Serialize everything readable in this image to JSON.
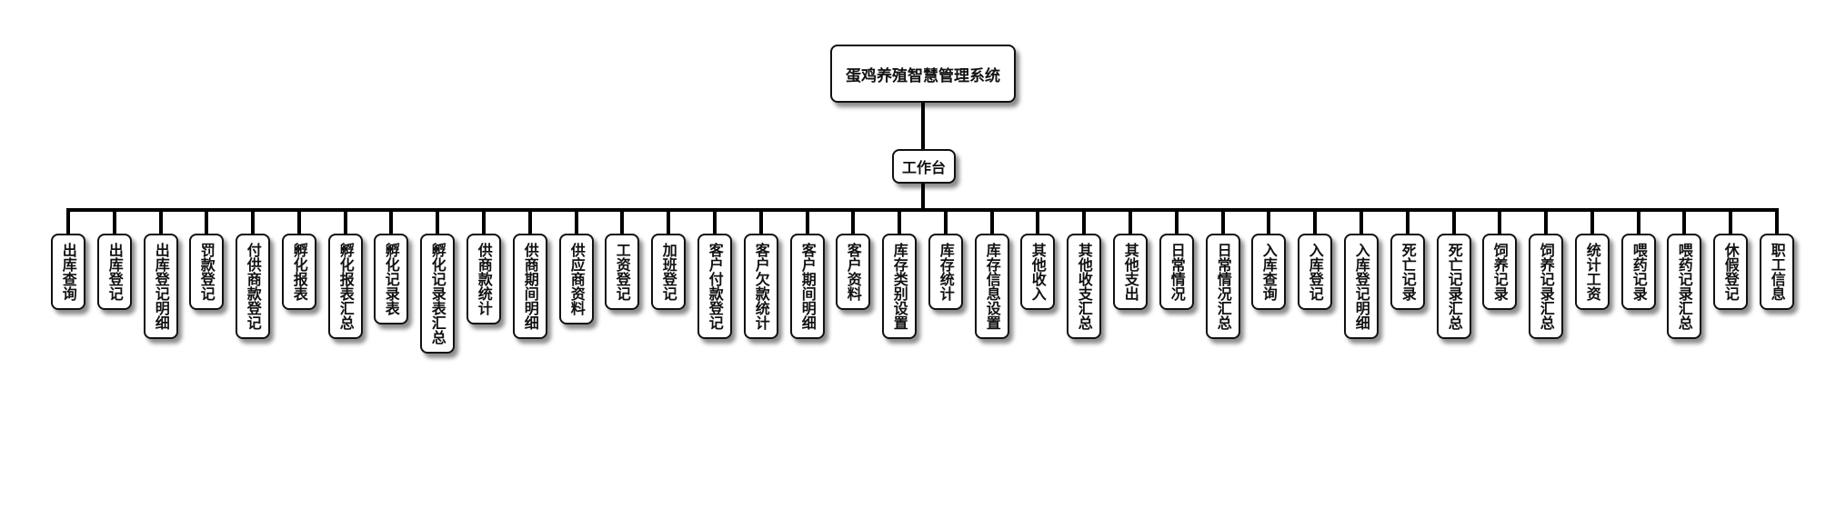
{
  "diagram": {
    "type": "org-tree",
    "root": {
      "label": "蛋鸡养殖智慧管理系统"
    },
    "hub": {
      "label": "工作台"
    },
    "leaves": [
      {
        "label": "出库查询"
      },
      {
        "label": "出库登记"
      },
      {
        "label": "出库登记明细"
      },
      {
        "label": "罚款登记"
      },
      {
        "label": "付供商款登记"
      },
      {
        "label": "孵化报表"
      },
      {
        "label": "孵化报表汇总"
      },
      {
        "label": "孵化记录表"
      },
      {
        "label": "孵化记录表汇总"
      },
      {
        "label": "供商款统计"
      },
      {
        "label": "供商期间明细"
      },
      {
        "label": "供应商资料"
      },
      {
        "label": "工资登记"
      },
      {
        "label": "加班登记"
      },
      {
        "label": "客户付款登记"
      },
      {
        "label": "客户欠款统计"
      },
      {
        "label": "客户期间明细"
      },
      {
        "label": "客户资料"
      },
      {
        "label": "库存类别设置"
      },
      {
        "label": "库存统计"
      },
      {
        "label": "库存信息设置"
      },
      {
        "label": "其他收入"
      },
      {
        "label": "其他收支汇总"
      },
      {
        "label": "其他支出"
      },
      {
        "label": "日常情况"
      },
      {
        "label": "日常情况汇总"
      },
      {
        "label": "入库查询"
      },
      {
        "label": "入库登记"
      },
      {
        "label": "入库登记明细"
      },
      {
        "label": "死亡记录"
      },
      {
        "label": "死亡记录汇总"
      },
      {
        "label": "饲养记录"
      },
      {
        "label": "饲养记录汇总"
      },
      {
        "label": "统计工资"
      },
      {
        "label": "喂药记录"
      },
      {
        "label": "喂药记录汇总"
      },
      {
        "label": "休假登记"
      },
      {
        "label": "职工信息"
      }
    ]
  },
  "colors": {
    "line": "#000000",
    "box_border": "#111111",
    "box_fill": "#ffffff",
    "text": "#111111"
  }
}
